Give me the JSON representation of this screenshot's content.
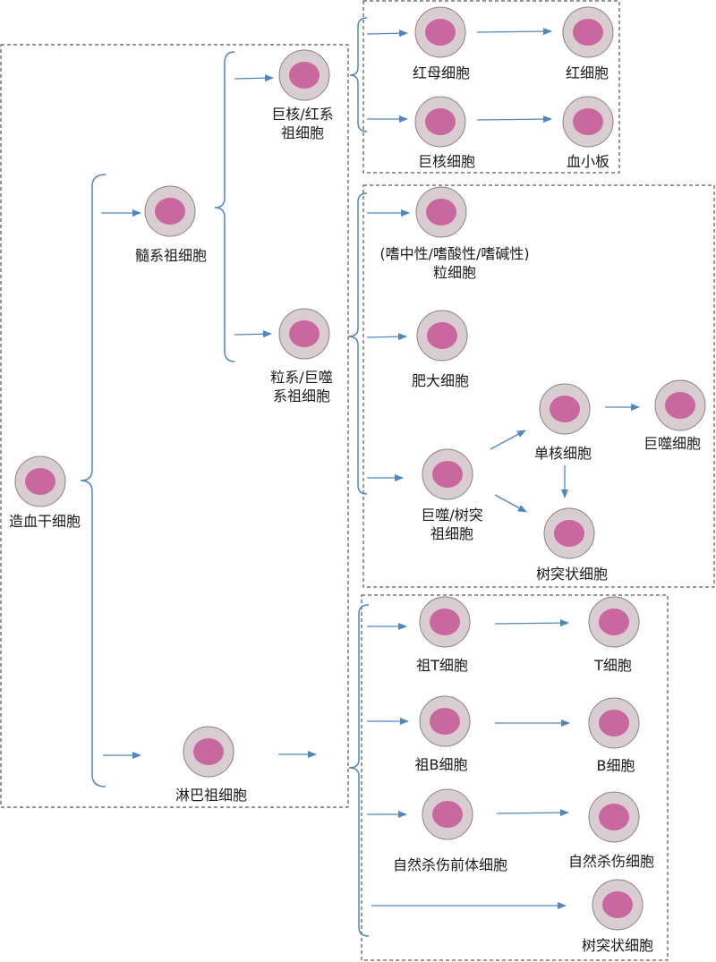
{
  "cells": {
    "hsc": "造血干细胞",
    "myeloid": "髓系祖细胞",
    "mk_ery": [
      "巨核/红系",
      "祖细胞"
    ],
    "gm": [
      "粒系/巨噬",
      "系祖细胞"
    ],
    "lymphoid": "淋巴祖细胞",
    "erythroblast": "红母细胞",
    "rbc": "红细胞",
    "megakaryocyte": "巨核细胞",
    "platelet": "血小板",
    "granulocyte": [
      "(嗜中性/嗜酸性/嗜碱性)",
      "粒细胞"
    ],
    "mast": "肥大细胞",
    "mdp": [
      "巨噬/树突",
      "祖细胞"
    ],
    "monocyte": "单核细胞",
    "macrophage": "巨噬细胞",
    "dc_myeloid": "树突状细胞",
    "pro_t": "祖T细胞",
    "t": "T细胞",
    "pro_b": "祖B细胞",
    "b": "B细胞",
    "nk_precursor": "自然杀伤前体细胞",
    "nk": "自然杀伤细胞",
    "dc_lymphoid": "树突状细胞"
  },
  "colors": {
    "cell_outer": "#d9cdd2",
    "cell_outer_stroke": "#8a8087",
    "cell_nucleus": "#c9689f",
    "arrow": "#4f86c0",
    "bracket": "#4f86c0",
    "box_border": "#333333"
  }
}
